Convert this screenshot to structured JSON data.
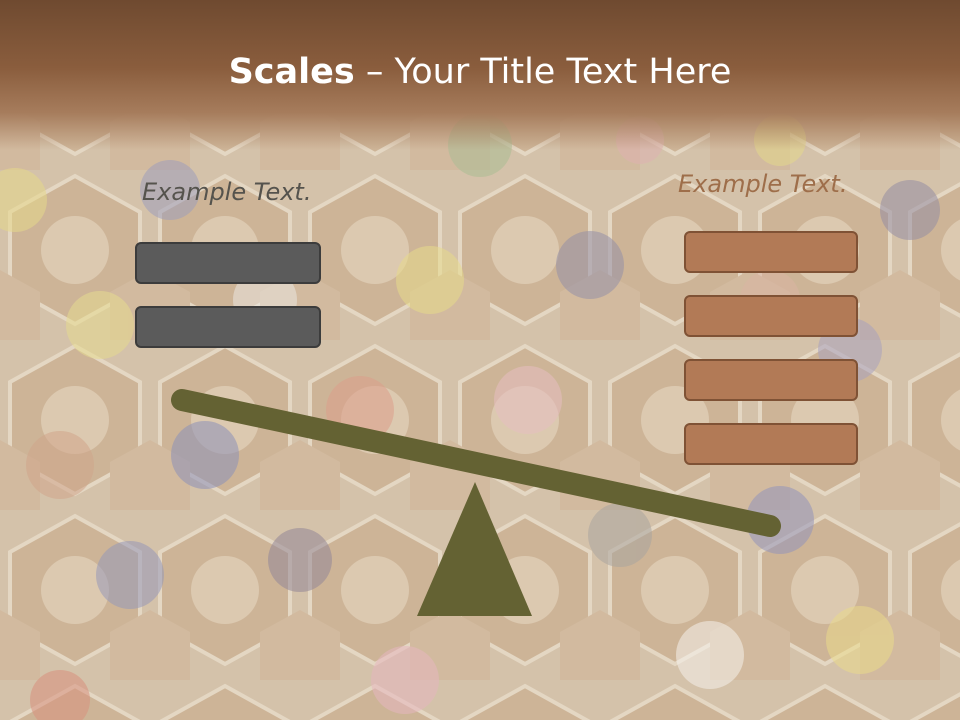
{
  "slide": {
    "title_bold": "Scales",
    "title_rest": " – Your Title Text Here",
    "left_label": "Example Text.",
    "right_label": "Example Text."
  },
  "left_group": {
    "bar_count": 2,
    "color": "#5b5b5b"
  },
  "right_group": {
    "bar_count": 4,
    "color": "#b27a56"
  },
  "seesaw": {
    "beam_color": "#646233",
    "fulcrum_color": "#646233"
  }
}
